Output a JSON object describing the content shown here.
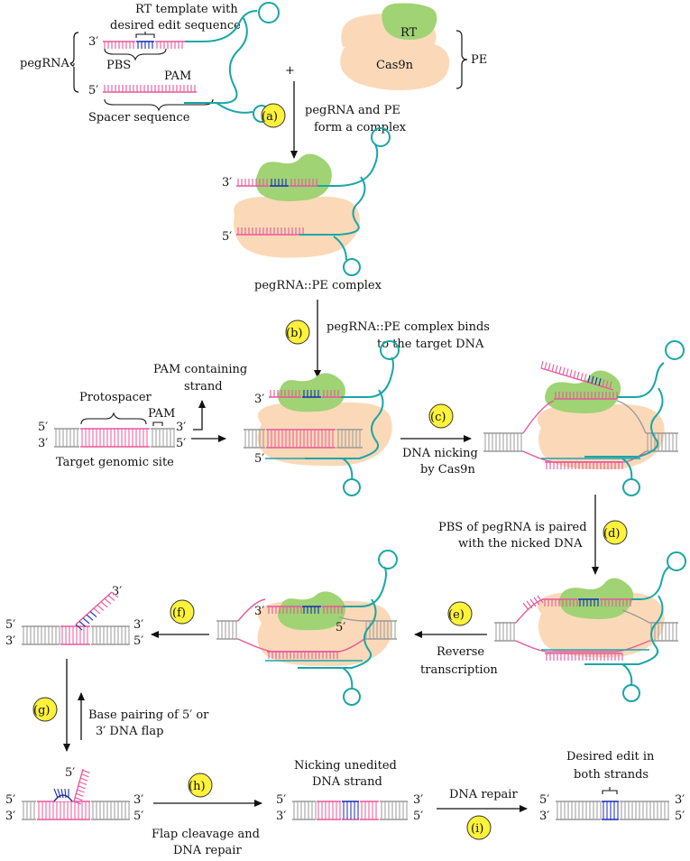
{
  "colors": {
    "rna_pink": "#e8589a",
    "edit_blue": "#1a2bb5",
    "loop_teal": "#1aa6a6",
    "dna_grey": "#9a9a9a",
    "rt_green": "#9fd373",
    "cas9n_peach": "#fbd9b8",
    "step_yellow": "#fff23a"
  },
  "top": {
    "pegrna_label": "pegRNA",
    "rt_template_l1": "RT template with",
    "rt_template_l2": "desired edit sequence",
    "pbs_label": "PBS",
    "pam_label": "PAM",
    "spacer_label": "Spacer sequence",
    "three_prime": "3′",
    "five_prime": "5′",
    "plus": "+",
    "rt_label": "RT",
    "cas9n_label": "Cas9n",
    "pe_label": "PE"
  },
  "steps": {
    "a": {
      "badge": "(a)",
      "l1": "pegRNA and PE",
      "l2": "form a complex"
    },
    "b": {
      "badge": "(b)",
      "l1": "pegRNA::PE complex binds",
      "l2": "to the target DNA"
    },
    "c": {
      "badge": "(c)",
      "l1": "DNA nicking",
      "l2": "by Cas9n"
    },
    "d": {
      "badge": "(d)",
      "l1": "PBS of pegRNA is paired",
      "l2": "with the nicked DNA"
    },
    "e": {
      "badge": "(e)",
      "l1": "Reverse",
      "l2": "transcription"
    },
    "f": {
      "badge": "(f)"
    },
    "g": {
      "badge": "(g)",
      "l1": "Base pairing of 5′ or",
      "l2": "3′ DNA flap"
    },
    "h": {
      "badge": "(h)",
      "l1": "Flap cleavage and",
      "l2": "DNA repair"
    },
    "i": {
      "badge": "(i)",
      "l1": "DNA repair"
    }
  },
  "complex_label": "pegRNA::PE complex",
  "target": {
    "pam_strand_l1": "PAM containing",
    "pam_strand_l2": "strand",
    "protospacer": "Protospacer",
    "pam": "PAM",
    "caption": "Target genomic site"
  },
  "bottom": {
    "nicking_l1": "Nicking unedited",
    "nicking_l2": "DNA strand",
    "desired_l1": "Desired edit in",
    "desired_l2": "both strands"
  },
  "ends": {
    "five": "5′",
    "three": "3′"
  }
}
